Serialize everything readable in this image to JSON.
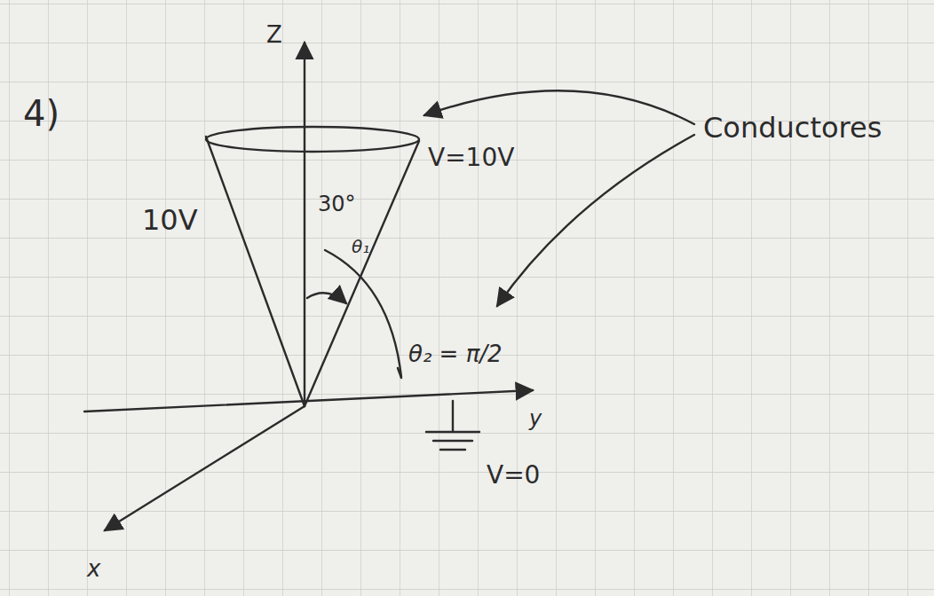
{
  "diagram": {
    "labels": [
      "4)",
      "Z",
      "10V",
      "V=10V",
      "30°",
      "θ₁",
      "θ₂ = π/2",
      "y",
      "V=0",
      "x",
      "Conductores"
    ]
  }
}
